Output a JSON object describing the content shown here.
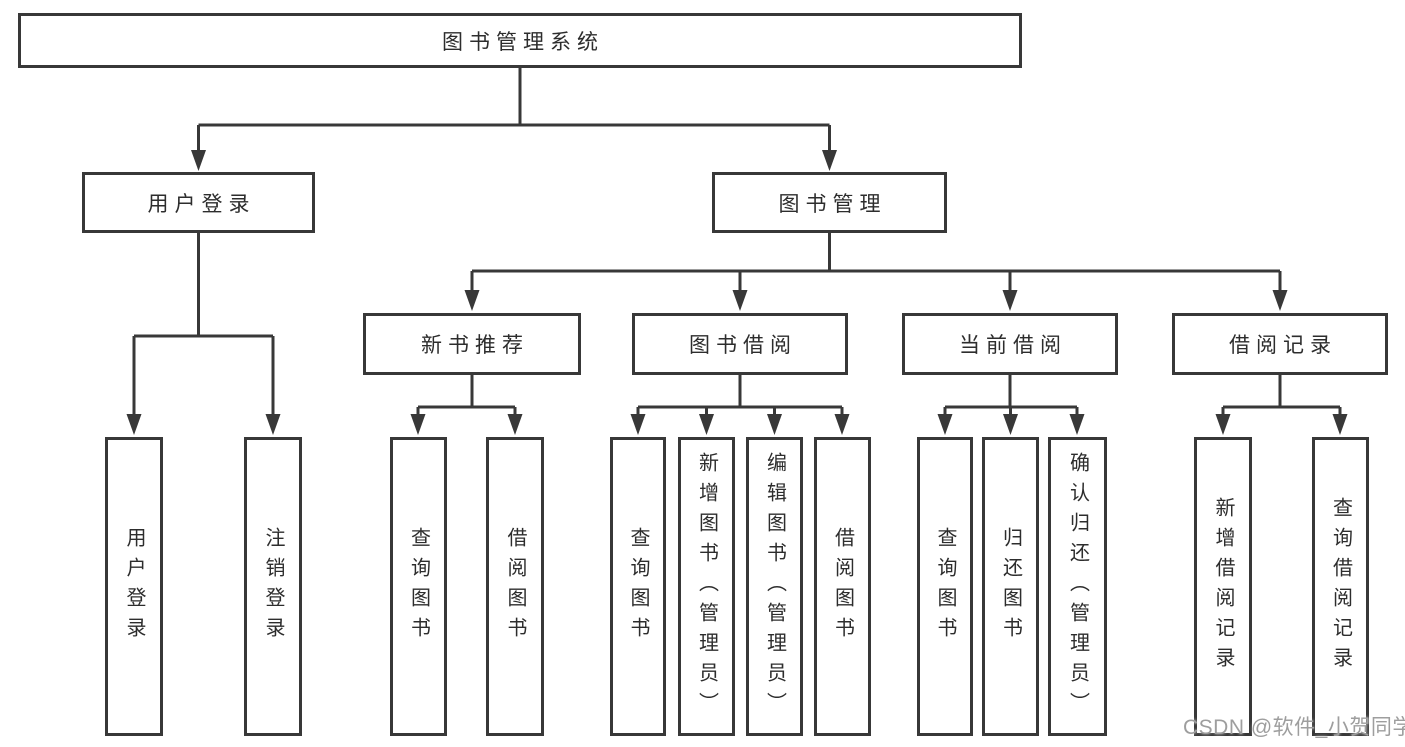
{
  "tree": {
    "root": {
      "label": "图书管理系统",
      "children": [
        {
          "label": "用户登录",
          "children": [
            {
              "label": "用户登录"
            },
            {
              "label": "注销登录"
            }
          ]
        },
        {
          "label": "图书管理",
          "children": [
            {
              "label": "新书推荐",
              "children": [
                {
                  "label": "查询图书"
                },
                {
                  "label": "借阅图书"
                }
              ]
            },
            {
              "label": "图书借阅",
              "children": [
                {
                  "label": "查询图书"
                },
                {
                  "label": "新增图书（管理员）"
                },
                {
                  "label": "编辑图书（管理员）"
                },
                {
                  "label": "借阅图书"
                }
              ]
            },
            {
              "label": "当前借阅",
              "children": [
                {
                  "label": "查询图书"
                },
                {
                  "label": "归还图书"
                },
                {
                  "label": "确认归还（管理员）"
                }
              ]
            },
            {
              "label": "借阅记录",
              "children": [
                {
                  "label": "新增借阅记录"
                },
                {
                  "label": "查询借阅记录"
                }
              ]
            }
          ]
        }
      ]
    }
  },
  "watermark": "CSDN @软件_小贺同学",
  "colors": {
    "line": "#383838",
    "box_border": "#383838",
    "text": "#2d2d2d",
    "watermark": "#9e9e9e",
    "background": "#ffffff"
  }
}
